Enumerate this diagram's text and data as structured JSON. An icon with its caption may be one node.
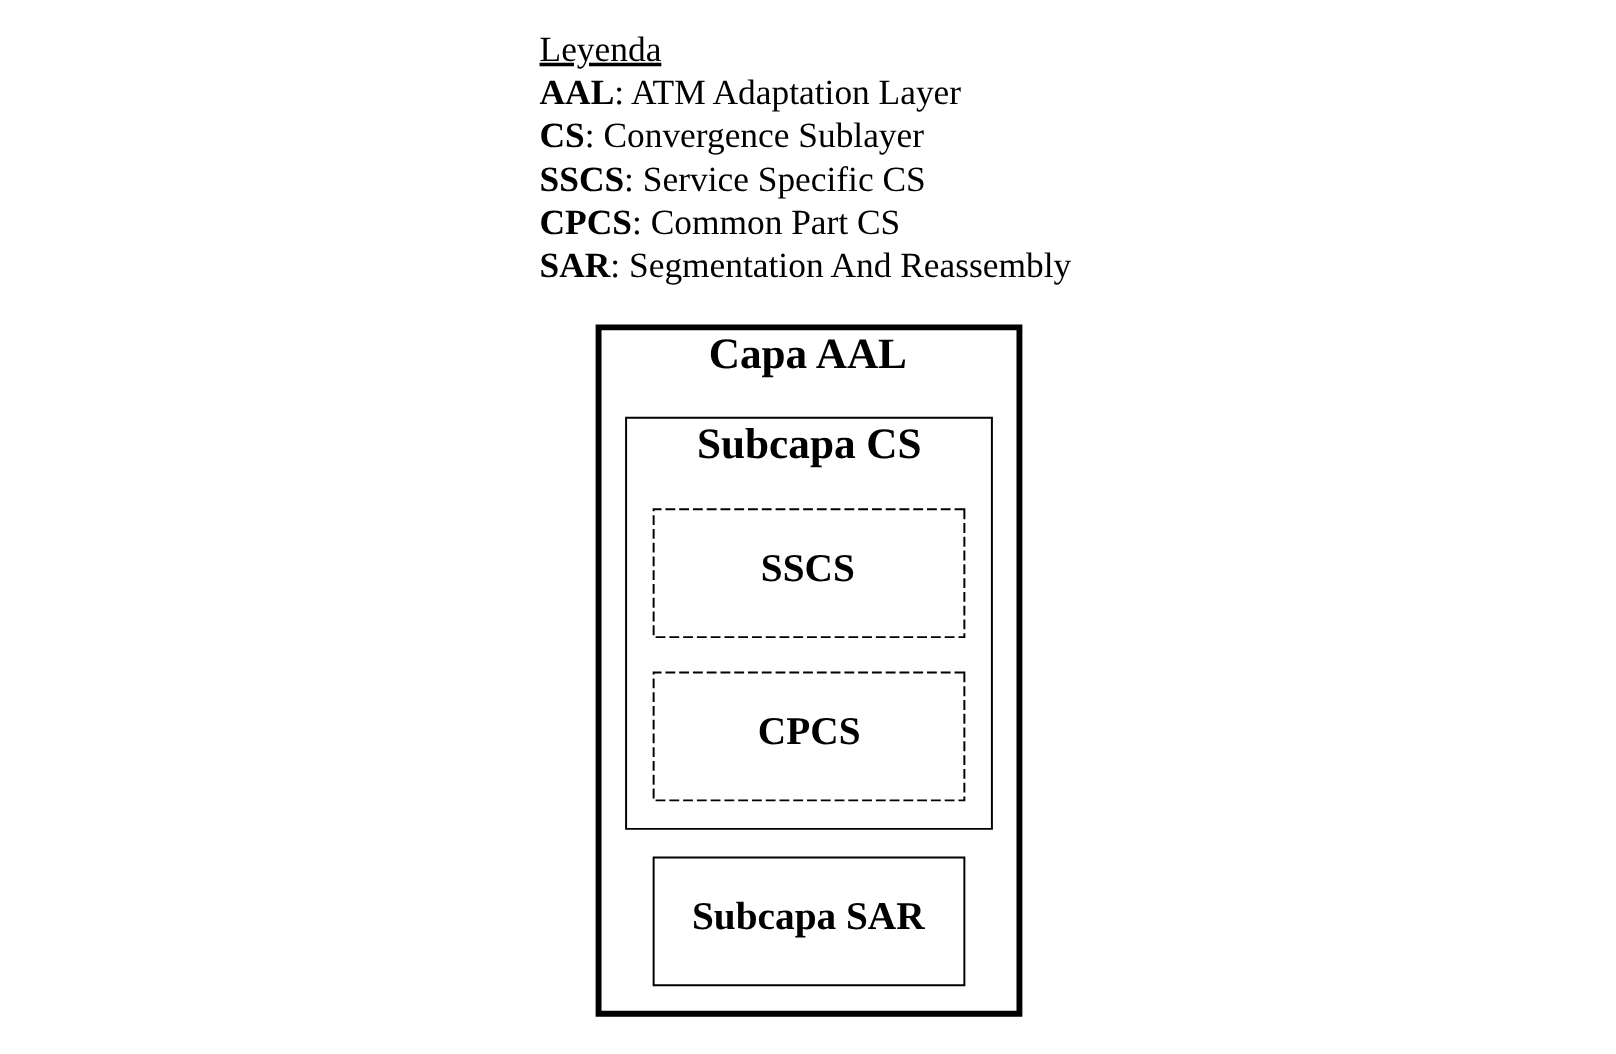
{
  "diagram": {
    "nodes": [
      {
        "text": [
          "Capa AAL"
        ]
      },
      {
        "text": [
          "Subcapa CS"
        ],
        "in": 0
      },
      {
        "text": [
          "SSCS"
        ],
        "in": 1
      },
      {
        "text": [
          "CPCS"
        ],
        "in": 1
      },
      {
        "text": [
          "Subcapa SAR"
        ],
        "in": 0
      }
    ],
    "labels": [
      "Leyenda",
      "**AAL**: ATM Adaptation Layer",
      "**CS**: Convergence Sublayer",
      "**SSCS**: Service Specific CS",
      "**CPCS**: Common Part CS",
      "**SAR**: Segmentation And Reassembly"
    ]
  }
}
